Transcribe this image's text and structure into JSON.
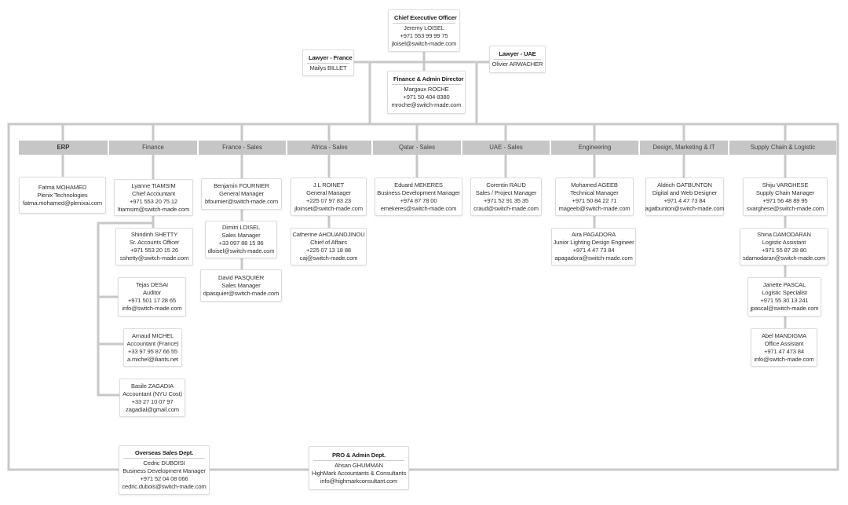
{
  "top": {
    "ceo": {
      "title": "Chief Executive Officer",
      "lines": [
        "Jeremy LOISEL",
        "+971 553 99 99 75",
        "jloisel@switch-made.com"
      ]
    },
    "lawyer_france": {
      "title": "Lawyer - France",
      "lines": [
        "Mailys BILLET"
      ]
    },
    "lawyer_uae": {
      "title": "Lawyer - UAE",
      "lines": [
        "Olivier ARWACHER"
      ]
    },
    "finance_director": {
      "title": "Finance & Admin Director",
      "lines": [
        "Margaux ROCHE",
        "+971 50 404 8380",
        "mroche@switch-made.com"
      ]
    }
  },
  "departments": [
    {
      "name": "ERP",
      "cards": [
        {
          "lines": [
            "Fatma MOHAMED",
            "Plenix Technologies",
            "fatma.mohamed@plenixai.com"
          ]
        }
      ]
    },
    {
      "name": "Finance",
      "cards": [
        {
          "lines": [
            "Lyanne TIAMSIM",
            "Chief Accountant",
            "+971 553 20 75 12",
            "ltiamsim@switch-made.com"
          ]
        },
        {
          "lines": [
            "Shiridinh SHETTY",
            "Sr. Accounts Officer",
            "+971 553 20 15 26",
            "sshetty@switch-made.com"
          ]
        },
        {
          "lines": [
            "Tejas DESAI",
            "Auditor",
            "+971 501 17 28 65",
            "info@switch-made.com"
          ]
        },
        {
          "lines": [
            "Arnaud MICHEL",
            "Accountant (France)",
            "+33 97 95 87 66 55",
            "a.michel@iliants.net"
          ]
        },
        {
          "lines": [
            "Basile ZAGADIA",
            "Accountant (NYU Cost)",
            "+33 27 10 07 97",
            "zagadial@gmail.com"
          ]
        }
      ]
    },
    {
      "name": "France - Sales",
      "cards": [
        {
          "lines": [
            "Benjamin FOURNIER",
            "General Manager",
            "bfournier@switch-made.com"
          ]
        },
        {
          "lines": [
            "Dimitri LOISEL",
            "Sales Manager",
            "+33 097 88 15 86",
            "dloisel@switch-made.com"
          ]
        },
        {
          "lines": [
            "David PASQUIER",
            "Sales Manager",
            "dpasquier@switch-made.com"
          ]
        }
      ]
    },
    {
      "name": "Africa - Sales",
      "cards": [
        {
          "lines": [
            "J.L ROINET",
            "General Manager",
            "+225 07 97 83 23",
            "jloinset@switch-made.com"
          ]
        },
        {
          "lines": [
            "Catherine AHOUANDJINOU",
            "Chief of Affairs",
            "+225 07 13 18 88",
            "caj@switch-made.com"
          ]
        }
      ]
    },
    {
      "name": "Qatar - Sales",
      "cards": [
        {
          "lines": [
            "Eduard MEKERES",
            "Business Development Manager",
            "+974 87 78 00",
            "emekeres@switch-made.com"
          ]
        }
      ]
    },
    {
      "name": "UAE - Sales",
      "cards": [
        {
          "lines": [
            "Corentin RAUD",
            "Sales / Project Manager",
            "+971 52 91 35 35",
            "craud@switch-made.com"
          ]
        }
      ]
    },
    {
      "name": "Engineering",
      "cards": [
        {
          "lines": [
            "Mohamed AGEEB",
            "Technical Manager",
            "+971 50 84 22 71",
            "mageeb@switch-made.com"
          ]
        },
        {
          "lines": [
            "Aira PAGADORA",
            "Junior Lighting Design Engineer",
            "+971 4 47 73 84",
            "apagadora@switch-made.com"
          ]
        }
      ]
    },
    {
      "name": "Design, Marketing & IT",
      "cards": [
        {
          "lines": [
            "Aldrich GATBUNTON",
            "Digital and Web Designer",
            "+971 4 47 73 84",
            "agatbunton@switch-made.com"
          ]
        }
      ]
    },
    {
      "name": "Supply Chain & Logistic",
      "cards": [
        {
          "lines": [
            "Shiju VARGHESE",
            "Supply Chain Manager",
            "+971 56 48 89 95",
            "svarghese@switch-made.com"
          ]
        },
        {
          "lines": [
            "Shina DAMODARAN",
            "Logistic Assistant",
            "+971 55 87 28 80",
            "sdamodaran@switch-made.com"
          ]
        },
        {
          "lines": [
            "Janette PASCAL",
            "Logistic Specialist",
            "+971 55 30 13 241",
            "jpascal@switch-made.com"
          ]
        },
        {
          "lines": [
            "Abel MANDIGMA",
            "Office Assistant",
            "+971 47 473 84",
            "info@switch-made.com"
          ]
        }
      ]
    }
  ],
  "bottom": {
    "overseas": {
      "title": "Overseas Sales Dept.",
      "lines": [
        "Cedric DUBOISI",
        "Business Development Manager",
        "+971 52 04 08 066",
        "cedric.dubois@switch-made.com"
      ]
    },
    "pro_admin": {
      "title": "PRO & Admin Dept.",
      "lines": [
        "Ahsan GHUMMAN",
        "HighMark Accountants & Consultants",
        "info@highmarkconsultant.com"
      ]
    }
  },
  "colors": {
    "connector": "#c8c8c8",
    "header_bg": "#c6c6c6"
  }
}
